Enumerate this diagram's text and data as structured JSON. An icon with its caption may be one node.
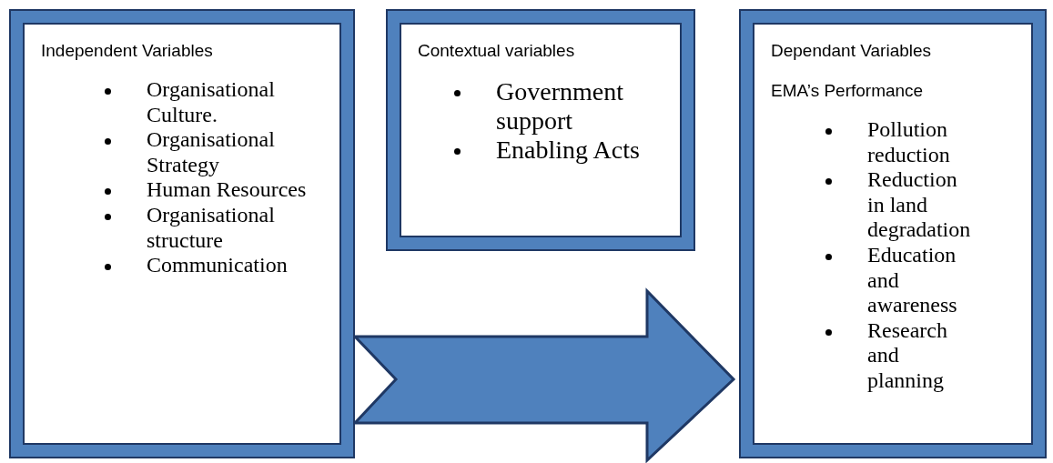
{
  "diagram": {
    "nodes": [
      {
        "text": [
          "Independent Variables",
          "Organisational Culture.",
          "Organisational Strategy",
          "Human Resources",
          "Organisational structure",
          "Communication"
        ]
      },
      {
        "text": [
          "Contextual variables",
          "Government support",
          "Enabling Acts"
        ]
      },
      {
        "text": [
          "Dependant Variables",
          "EMA’s Performance",
          "Pollution reduction",
          "Reduction  in land degradation",
          "Education and awareness",
          "Research and planning"
        ]
      }
    ],
    "edges": [
      {
        "from": 0,
        "to": 2,
        "arrow": "to"
      }
    ]
  }
}
